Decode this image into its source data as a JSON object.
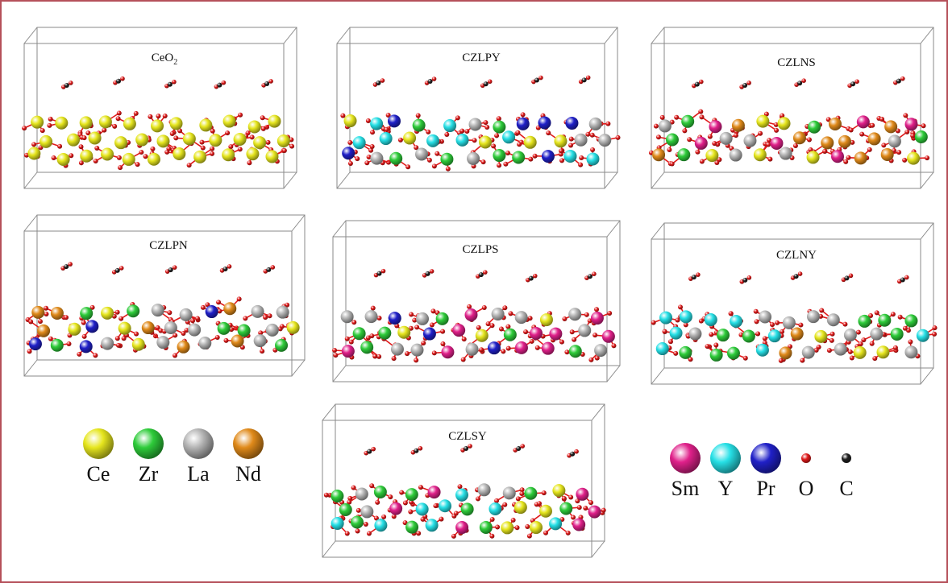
{
  "panels": [
    {
      "id": "ceo2",
      "title": "CeO",
      "subscript": "2",
      "metals": [
        "Ce"
      ]
    },
    {
      "id": "czlpy",
      "title": "CZLPY",
      "subscript": "",
      "metals": [
        "Ce",
        "Zr",
        "La",
        "Pr",
        "Y"
      ]
    },
    {
      "id": "czlns",
      "title": "CZLNS",
      "subscript": "",
      "metals": [
        "Ce",
        "Zr",
        "La",
        "Nd",
        "Sm"
      ]
    },
    {
      "id": "czlpn",
      "title": "CZLPN",
      "subscript": "",
      "metals": [
        "Ce",
        "Zr",
        "La",
        "Pr",
        "Nd"
      ]
    },
    {
      "id": "czlps",
      "title": "CZLPS",
      "subscript": "",
      "metals": [
        "Ce",
        "Zr",
        "La",
        "Pr",
        "Sm"
      ]
    },
    {
      "id": "czlny",
      "title": "CZLNY",
      "subscript": "",
      "metals": [
        "Ce",
        "Zr",
        "La",
        "Nd",
        "Y"
      ]
    },
    {
      "id": "czlsy",
      "title": "CZLSY",
      "subscript": "",
      "metals": [
        "Ce",
        "Zr",
        "La",
        "Sm",
        "Y"
      ]
    }
  ],
  "legend_left": [
    {
      "label": "Ce",
      "color": "#e6e61e",
      "size": "large"
    },
    {
      "label": "Zr",
      "color": "#2ecc3a",
      "size": "large"
    },
    {
      "label": "La",
      "color": "#b4b4b4",
      "size": "large"
    },
    {
      "label": "Nd",
      "color": "#e08a1a",
      "size": "large"
    }
  ],
  "legend_right": [
    {
      "label": "Sm",
      "color": "#e0208a",
      "size": "large"
    },
    {
      "label": "Y",
      "color": "#26e0e6",
      "size": "large"
    },
    {
      "label": "Pr",
      "color": "#2020c8",
      "size": "large"
    },
    {
      "label": "O",
      "color": "#e01a1a",
      "size": "small"
    },
    {
      "label": "C",
      "color": "#202020",
      "size": "small"
    }
  ],
  "colors": {
    "frame": "#b5505a",
    "box": "#8a8a8a",
    "bond": "#e01a1a"
  }
}
